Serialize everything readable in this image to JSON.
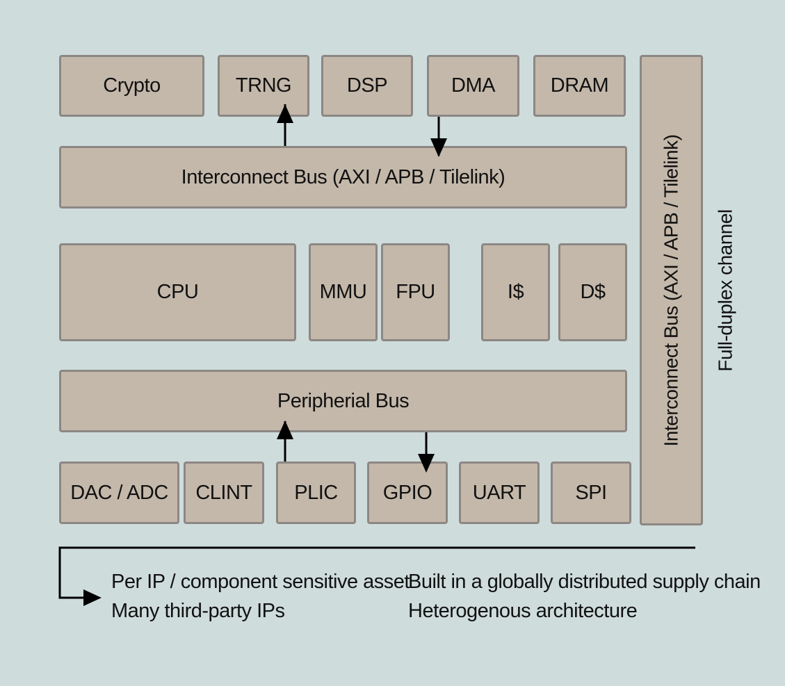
{
  "top_row": {
    "crypto": "Crypto",
    "trng": "TRNG",
    "dsp": "DSP",
    "dma": "DMA",
    "dram": "DRAM"
  },
  "interconnect_bus": "Interconnect Bus (AXI / APB / Tilelink)",
  "core_row": {
    "cpu": "CPU",
    "mmu": "MMU",
    "fpu": "FPU",
    "icache": "I$",
    "dcache": "D$"
  },
  "peripheral_bus": "Peripherial Bus",
  "bottom_row": {
    "dac_adc": "DAC / ADC",
    "clint": "CLINT",
    "plic": "PLIC",
    "gpio": "GPIO",
    "uart": "UART",
    "spi": "SPI"
  },
  "side_bus": "Interconnect Bus (AXI / APB / Tilelink)",
  "side_channel": "Full-duplex channel",
  "notes": {
    "col1": [
      "Per IP / component sensitive asset",
      "Many third-party IPs"
    ],
    "col2": [
      "Built in a globally distributed supply chain",
      "Heterogenous architecture"
    ]
  }
}
